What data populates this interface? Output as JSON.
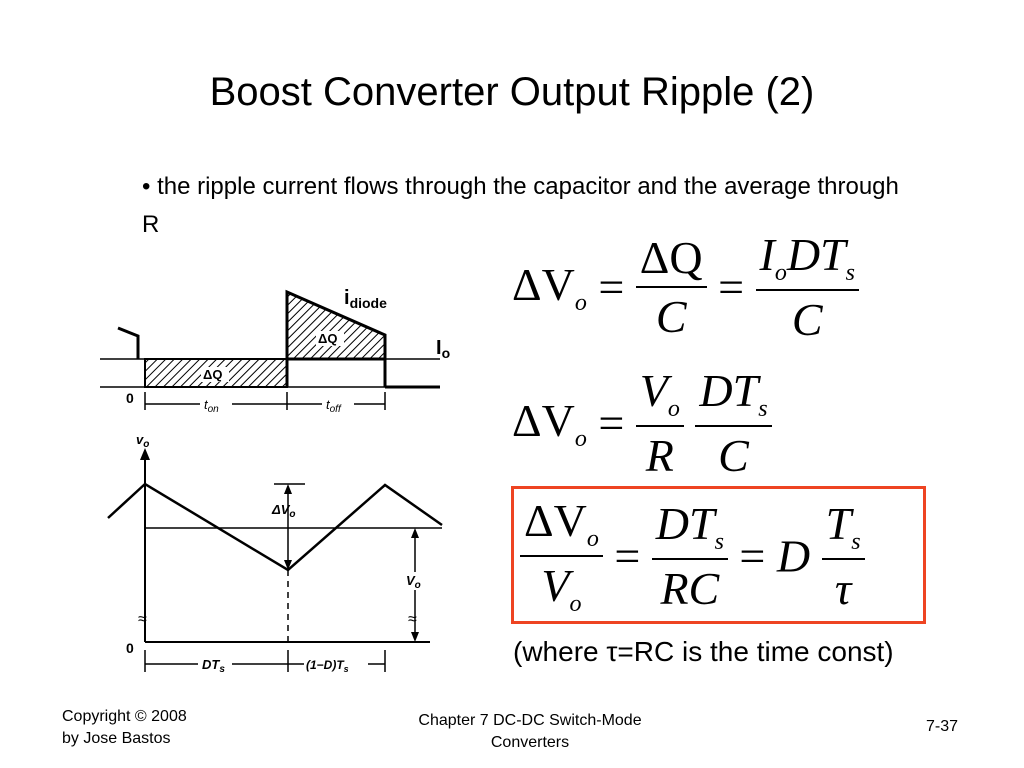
{
  "slide": {
    "title": "Boost Converter Output Ripple (2)",
    "bullet": "• the ripple current flows through the capacitor and the average through R"
  },
  "diagram_top": {
    "label_i": "i",
    "label_i_sub": "diode",
    "label_I": "I",
    "label_I_sub": "o",
    "deltaQ": "ΔQ",
    "zero": "0",
    "t_on": "t",
    "t_on_sub": "on",
    "t_off": "t",
    "t_off_sub": "off"
  },
  "diagram_bottom": {
    "v_axis": "v",
    "v_axis_sub": "o",
    "delta_v": "ΔV",
    "delta_v_sub": "o",
    "v_label": "V",
    "v_label_sub": "o",
    "zero": "0",
    "dts": "DT",
    "dts_sub": "s",
    "one_minus_d": "(1−D)T",
    "one_minus_d_sub": "s"
  },
  "equations": {
    "e1_lhs": "ΔV",
    "e1_lhs_sub": "o",
    "e1_num1": "ΔQ",
    "e1_den1": "C",
    "e1_num2": "I",
    "e1_num2_sub": "o",
    "e1_num2b": "DT",
    "e1_num2b_sub": "s",
    "e1_den2": "C",
    "e2_lhs": "ΔV",
    "e2_lhs_sub": "o",
    "e2_num1": "V",
    "e2_num1_sub": "o",
    "e2_den1": "R",
    "e2_num2": "DT",
    "e2_num2_sub": "s",
    "e2_den2": "C",
    "e3_num1": "ΔV",
    "e3_num1_sub": "o",
    "e3_den1": "V",
    "e3_den1_sub": "o",
    "e3_num2": "DT",
    "e3_num2_sub": "s",
    "e3_den2": "RC",
    "e3_d": "D",
    "e3_num3": "T",
    "e3_num3_sub": "s",
    "e3_den3": "τ",
    "eq": "="
  },
  "note": "(where τ=RC is the time const)",
  "footer": {
    "copyright_line1": "Copyright © 2008",
    "copyright_line2": "by Jose Bastos",
    "chapter_line1": "Chapter 7 DC-DC Switch-Mode",
    "chapter_line2": "Converters",
    "page": "7-37"
  },
  "colors": {
    "box_border": "#ee4422",
    "text": "#000000"
  }
}
